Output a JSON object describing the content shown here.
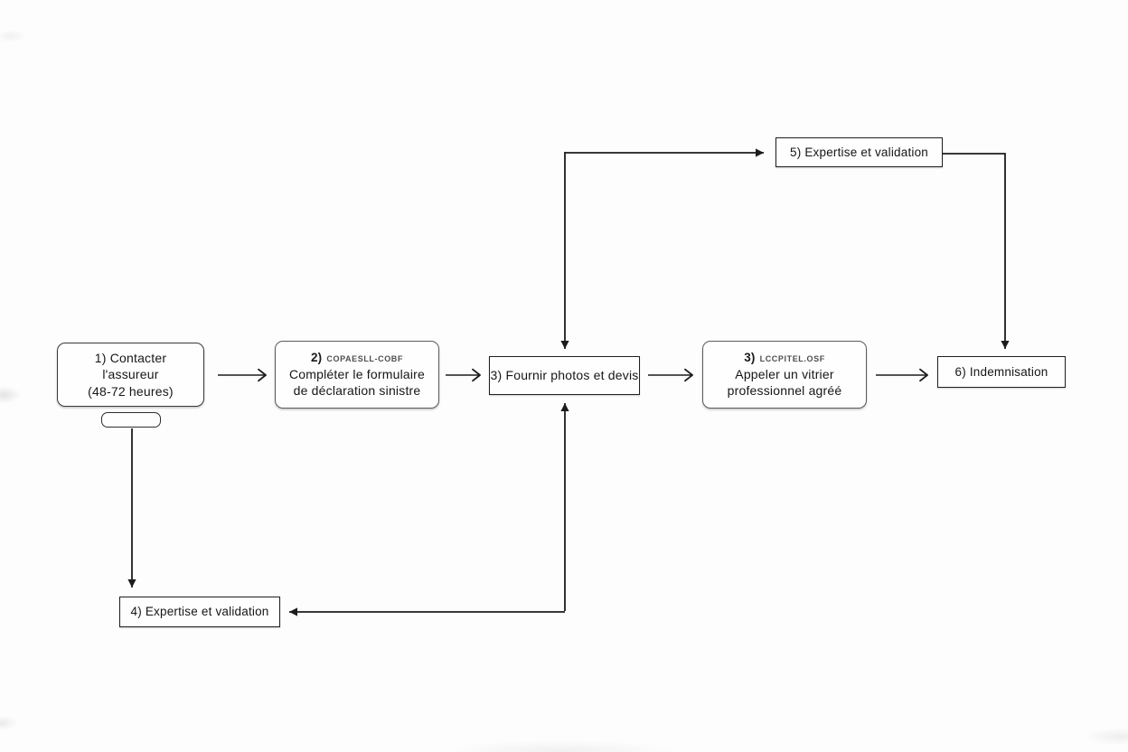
{
  "diagram": {
    "background_color": "#fdfdfd",
    "stroke_color": "#1f1f1f",
    "nodes": {
      "step1": {
        "label": "1) Contacter\nl'assureur\n(48-72 heures)"
      },
      "step2": {
        "number": "2)",
        "code": "COPAESLL-COBF",
        "label": "Compléter le formulaire\nde déclaration sinistre"
      },
      "step3": {
        "label": "3) Fournir photos et devis"
      },
      "step3b": {
        "number": "3)",
        "code": "LCCPITEL.OSF",
        "label": "Appeler un vitrier\nprofessionnel agréé"
      },
      "step4": {
        "label": "4) Expertise et validation"
      },
      "step5": {
        "label": "5) Expertise et validation"
      },
      "step6": {
        "label": "6) Indemnisation"
      }
    }
  }
}
